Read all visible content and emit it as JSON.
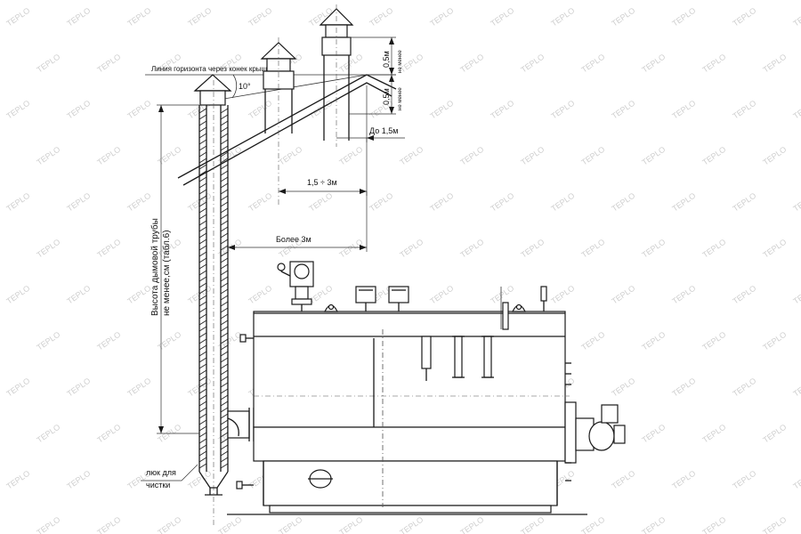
{
  "labels": {
    "horizon_line": "Линия горизонта через конек крыши",
    "angle": "10°",
    "dim_upper": "0,5м",
    "dim_upper_note": "не менее",
    "dim_lower": "0,5м",
    "dim_lower_note": "не менее",
    "up_to": "До 1,5м",
    "range": "1,5 ÷ 3м",
    "more_than": "Более 3м",
    "chimney_height_line1": "Высота дымовой трубы",
    "chimney_height_line2": "не менее,см (табл.6)",
    "hatch_line1": "люк для",
    "hatch_line2": "чистки"
  },
  "watermark": "TEPLO",
  "colors": {
    "line": "#1a1a1a",
    "background": "#ffffff",
    "watermark": "#cfcfcf"
  }
}
